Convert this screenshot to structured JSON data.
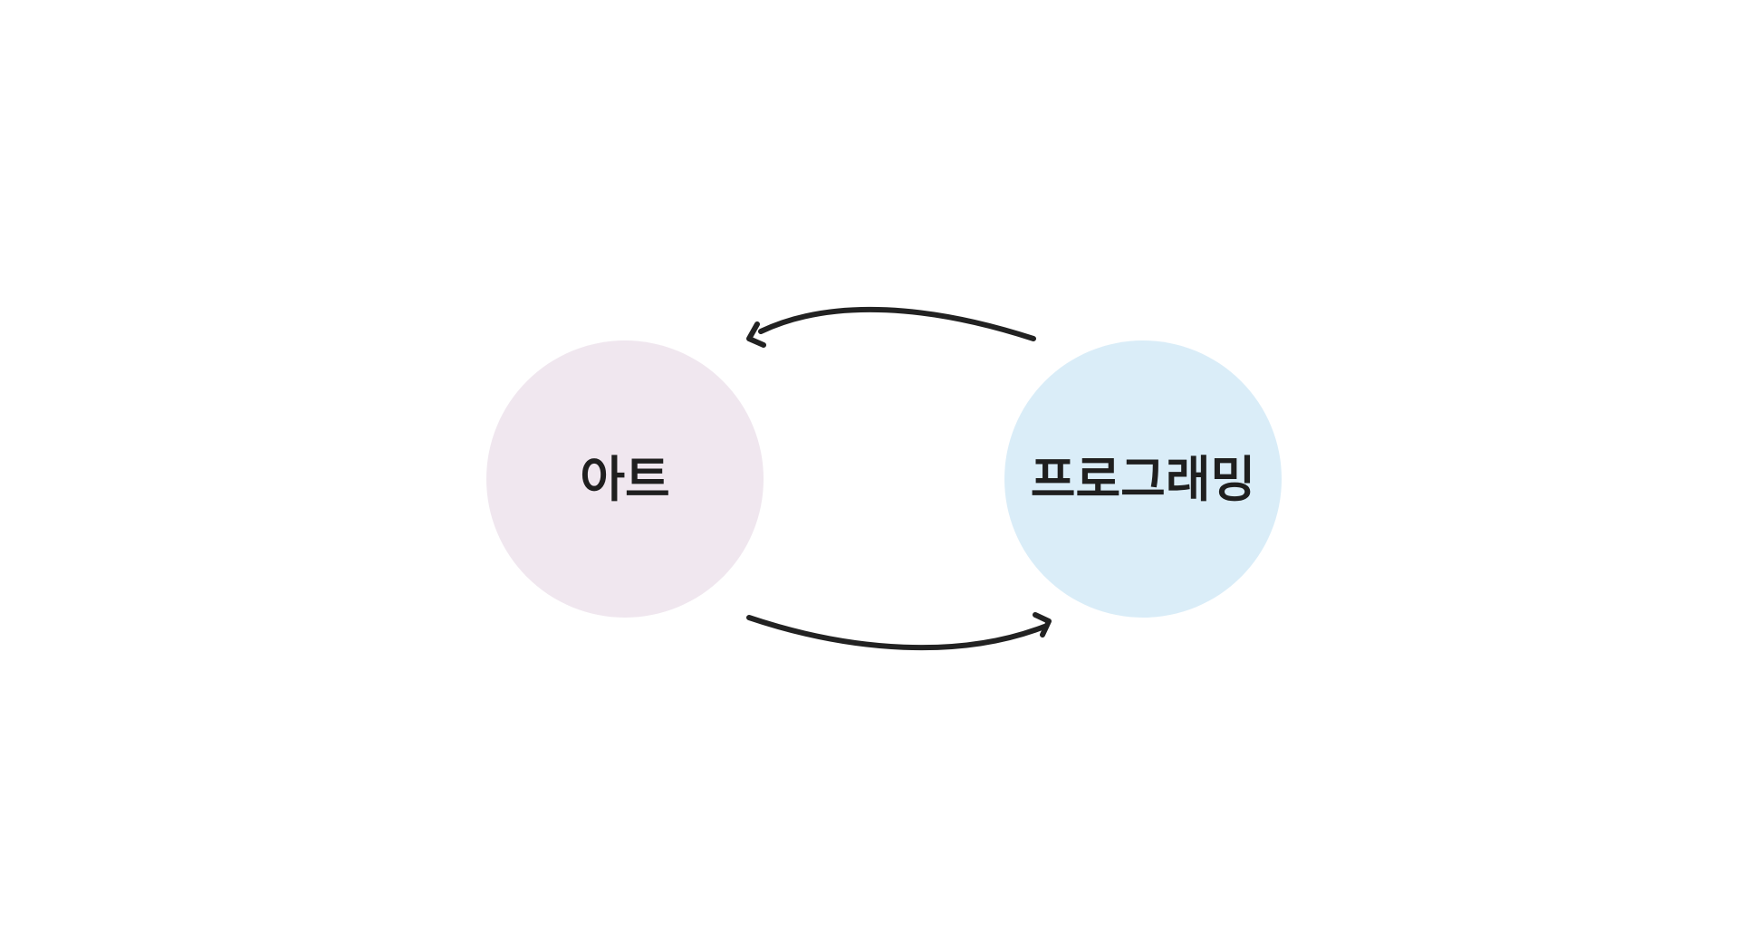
{
  "nodes": {
    "art": {
      "label": "아트",
      "fill": "#f0e7ef"
    },
    "programming": {
      "label": "프로그래밍",
      "fill": "#daedf8"
    }
  },
  "edges": {
    "programming_to_art": {
      "from": "programming",
      "to": "art"
    },
    "art_to_programming": {
      "from": "art",
      "to": "programming"
    }
  },
  "colors": {
    "arrow": "#222222",
    "text": "#1f1f1f",
    "background": "#ffffff"
  }
}
